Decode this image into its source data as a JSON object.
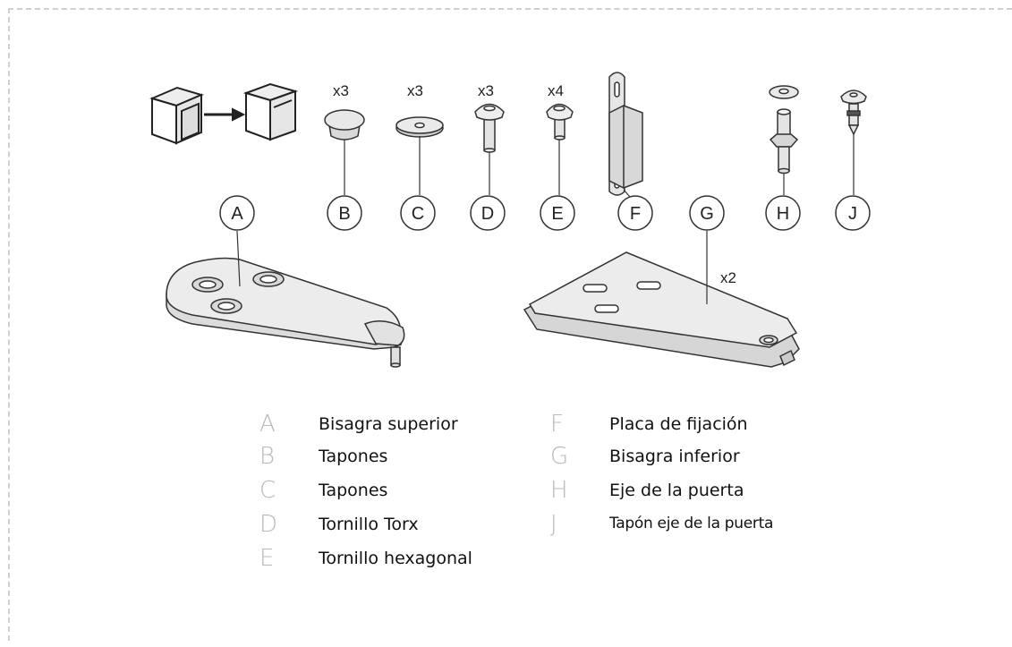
{
  "quantities": {
    "B": "x3",
    "C": "x3",
    "D": "x3",
    "E": "x4",
    "G": "x2"
  },
  "callouts": [
    "A",
    "B",
    "C",
    "D",
    "E",
    "F",
    "G",
    "H",
    "J"
  ],
  "legend_left": [
    {
      "letter": "A",
      "label": "Bisagra superior"
    },
    {
      "letter": "B",
      "label": "Tapones"
    },
    {
      "letter": "C",
      "label": "Tapones"
    },
    {
      "letter": "D",
      "label": "Tornillo Torx"
    },
    {
      "letter": "E",
      "label": "Tornillo hexagonal"
    }
  ],
  "legend_right": [
    {
      "letter": "F",
      "label": "Placa de fijación"
    },
    {
      "letter": "G",
      "label": "Bisagra inferior"
    },
    {
      "letter": "H",
      "label": "Eje de la puerta"
    },
    {
      "letter": "J",
      "label": "Tapón eje de la puerta"
    }
  ]
}
